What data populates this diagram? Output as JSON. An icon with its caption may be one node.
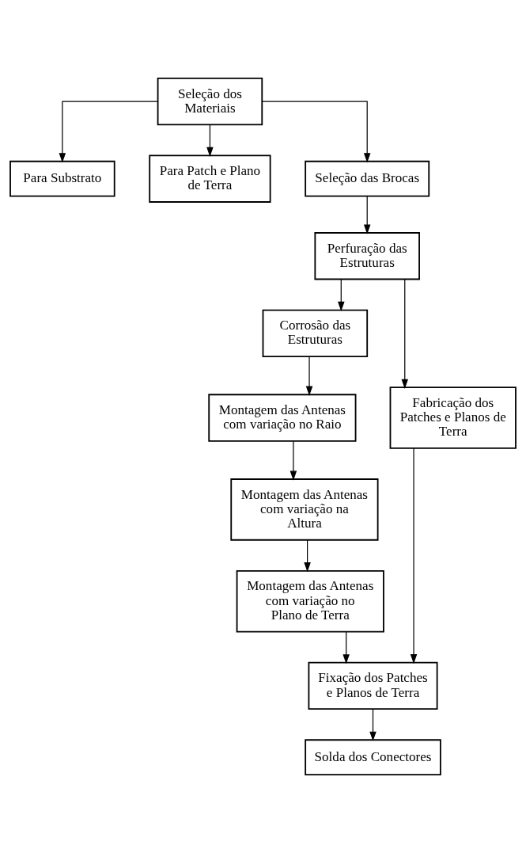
{
  "diagram": {
    "nodes": [
      {
        "text": [
          "Seleção dos Materiais"
        ]
      },
      {
        "text": [
          "Para Substrato"
        ]
      },
      {
        "text": [
          "Para Patch e Plano de Terra"
        ]
      },
      {
        "text": [
          "Seleção das Brocas"
        ]
      },
      {
        "text": [
          "Perfuração das Estruturas"
        ]
      },
      {
        "text": [
          "Corrosão das Estruturas"
        ]
      },
      {
        "text": [
          "Fabricação dos Patches e Planos de Terra"
        ]
      },
      {
        "text": [
          "Montagem das Antenas com variação no Raio"
        ]
      },
      {
        "text": [
          "Fixação dos Patches e Planos de Terra"
        ]
      },
      {
        "text": [
          "Montagem das Antenas com variação na Altura"
        ]
      },
      {
        "text": [
          "Solda dos Conectores"
        ]
      },
      {
        "text": [
          "Montagem das Antenas com variação no Plano de Terra"
        ]
      }
    ],
    "edges": [
      {
        "from": 0,
        "to": 1,
        "arrow": "to"
      },
      {
        "from": 0,
        "to": 2,
        "arrow": "to"
      },
      {
        "from": 0,
        "to": 3,
        "arrow": "to"
      },
      {
        "from": 3,
        "to": 4,
        "arrow": "to"
      },
      {
        "from": 4,
        "to": 5,
        "arrow": "to"
      },
      {
        "from": 4,
        "to": 6,
        "arrow": "to"
      },
      {
        "from": 5,
        "to": 7,
        "arrow": "to"
      },
      {
        "from": 7,
        "to": 9,
        "arrow": "to"
      },
      {
        "from": 9,
        "to": 11,
        "arrow": "to"
      },
      {
        "from": 11,
        "to": 8,
        "arrow": "to"
      },
      {
        "from": 6,
        "to": 8,
        "arrow": "to"
      },
      {
        "from": 8,
        "to": 10,
        "arrow": "to"
      }
    ]
  }
}
